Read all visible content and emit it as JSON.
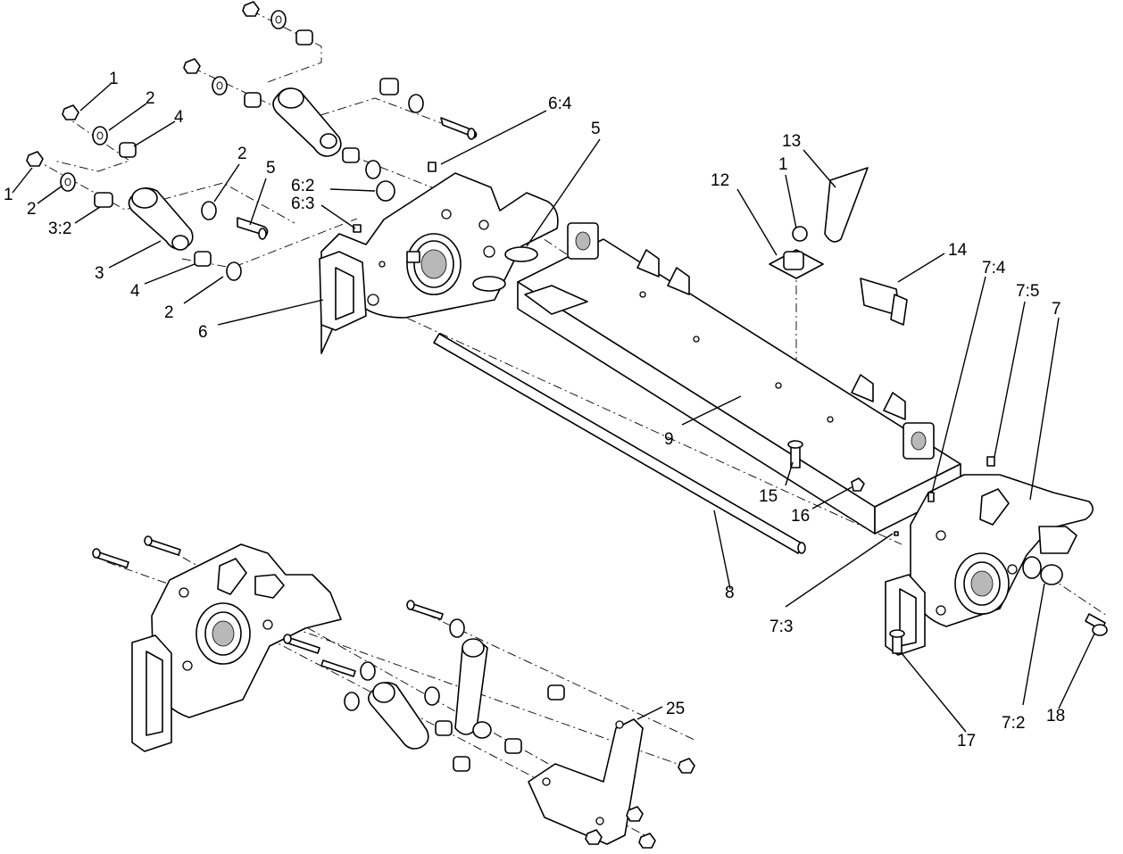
{
  "callouts": {
    "c1a": "1",
    "c2a": "2",
    "c4a": "4",
    "c1b": "1",
    "c2b": "2",
    "c3_2": "3:2",
    "c2c": "2",
    "c5a": "5",
    "c3": "3",
    "c4b": "4",
    "c2d": "2",
    "c6_4": "6:4",
    "c5b": "5",
    "c6_2": "6:2",
    "c6_3": "6:3",
    "c6": "6",
    "c13": "13",
    "c1c": "1",
    "c12": "12",
    "c14": "14",
    "c7_4": "7:4",
    "c7_5": "7:5",
    "c7": "7",
    "c9": "9",
    "c15": "15",
    "c16": "16",
    "c8": "8",
    "c7_3": "7:3",
    "c18": "18",
    "c17": "17",
    "c7_2": "7:2",
    "c25": "25"
  }
}
